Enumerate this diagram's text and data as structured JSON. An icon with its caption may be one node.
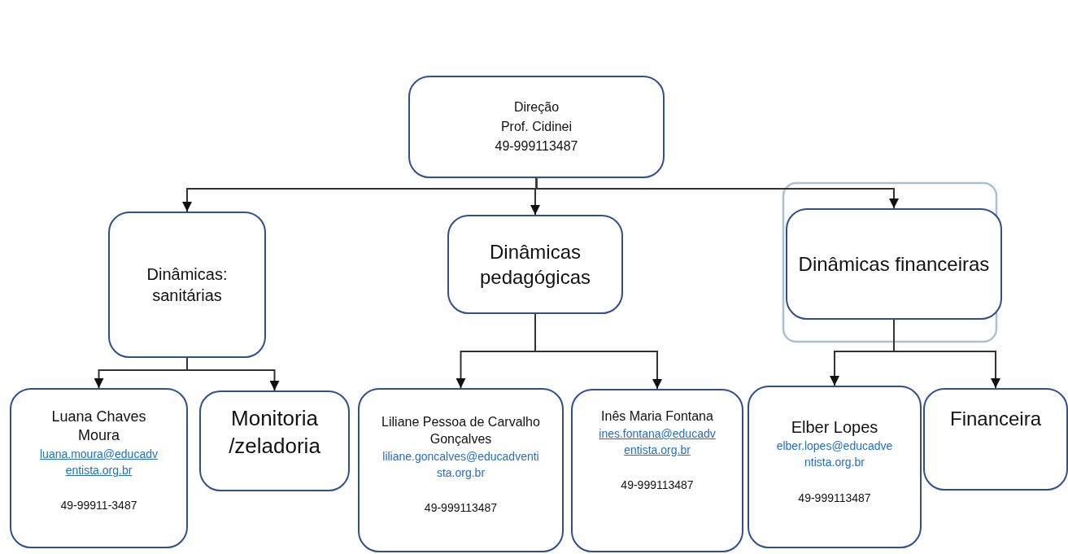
{
  "diagram": {
    "nodes": [
      {
        "text": [
          "Direção",
          "Prof. Cidinei",
          "49-999113487"
        ]
      },
      {
        "text": [
          "Dinâmicas: sanitárias"
        ]
      },
      {
        "text": [
          "Dinâmicas pedagógicas"
        ]
      },
      {
        "text": [
          "Dinâmicas financeiras"
        ]
      },
      {
        "text": [
          "Luana Chaves Moura",
          "luana.moura@educadventista.org.br",
          "49-99911-3487"
        ]
      },
      {
        "text": [
          "Monitoria /zeladoria"
        ]
      },
      {
        "text": [
          "Liliane Pessoa de Carvalho Gonçalves",
          "liliane.goncalves@educadventista.org.br",
          "49-999113487"
        ]
      },
      {
        "text": [
          "Inês Maria Fontana",
          "ines.fontana@educadventista.org.br",
          "49-999113487"
        ]
      },
      {
        "text": [
          "Elber Lopes",
          "elber.lopes@educadventista.org.br",
          "49-999113487"
        ]
      },
      {
        "text": [
          "Financeira"
        ]
      }
    ],
    "edges": [
      {
        "from": 0,
        "to": 1,
        "arrow": "to"
      },
      {
        "from": 0,
        "to": 2,
        "arrow": "to"
      },
      {
        "from": 0,
        "to": 3,
        "arrow": "to"
      },
      {
        "from": 1,
        "to": 4,
        "arrow": "to"
      },
      {
        "from": 1,
        "to": 5,
        "arrow": "to"
      },
      {
        "from": 2,
        "to": 6,
        "arrow": "to"
      },
      {
        "from": 2,
        "to": 7,
        "arrow": "to"
      },
      {
        "from": 3,
        "to": 8,
        "arrow": "to"
      },
      {
        "from": 3,
        "to": 9,
        "arrow": "to"
      }
    ]
  }
}
